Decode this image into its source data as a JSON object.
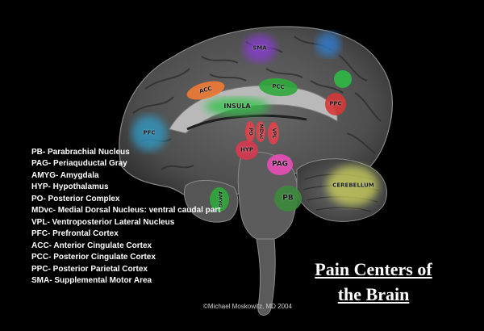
{
  "regions": [
    {
      "id": "sma",
      "label": "SMA",
      "color": "#8a3bd8",
      "shape": "glow"
    },
    {
      "id": "top-right",
      "label": "",
      "color": "#2e7fd6",
      "shape": "glow"
    },
    {
      "id": "acc",
      "label": "ACC",
      "color": "#f07a35",
      "shape": "ellipse"
    },
    {
      "id": "pcc",
      "label": "PCC",
      "color": "#2fa83a",
      "shape": "ellipse"
    },
    {
      "id": "green-small",
      "label": "",
      "color": "#2fb846",
      "shape": "ellipse"
    },
    {
      "id": "ppc",
      "label": "PPC",
      "color": "#d63838",
      "shape": "ellipse"
    },
    {
      "id": "insula",
      "label": "INSULA",
      "color": "#27c43f",
      "shape": "glow"
    },
    {
      "id": "pfc",
      "label": "PFC",
      "color": "#2f9cc9",
      "shape": "glow"
    },
    {
      "id": "hyp",
      "label": "HYP",
      "color": "#d8384f",
      "shape": "ellipse"
    },
    {
      "id": "po",
      "label": "PO",
      "color": "#e0404a",
      "shape": "ellipse"
    },
    {
      "id": "mdvc",
      "label": "MDvc",
      "color": "#e0404a",
      "shape": "ellipse"
    },
    {
      "id": "vpl",
      "label": "VPL",
      "color": "#e0404a",
      "shape": "ellipse"
    },
    {
      "id": "pag",
      "label": "PAG",
      "color": "#e84cb6",
      "shape": "ellipse"
    },
    {
      "id": "amyg",
      "label": "AMYG",
      "color": "#2fa83a",
      "shape": "ellipse"
    },
    {
      "id": "pb",
      "label": "PB",
      "color": "#3c8a3c",
      "shape": "ellipse"
    },
    {
      "id": "cerebellum",
      "label": "CEREBELLUM",
      "color": "#ccd35a",
      "shape": "glow"
    }
  ],
  "legend": [
    "PB- Parabrachial Nucleus",
    "PAG- Periaquductal Gray",
    "AMYG- Amygdala",
    "HYP- Hypothalamus",
    "PO- Posterior Complex",
    "MDvc- Medial Dorsal Nucleus: ventral caudal part",
    "VPL- Ventroposterior Lateral Nucleus",
    "PFC- Prefrontal Cortex",
    "ACC- Anterior Cingulate Cortex",
    "PCC- Posterior Cingulate Cortex",
    "PPC- Posterior Parietal Cortex",
    "SMA- Supplemental Motor Area"
  ],
  "title_line1": "Pain Centers of",
  "title_line2": "the Brain",
  "copyright": "©Michael Moskowitz, MD 2004",
  "colors": {
    "background": "#000000",
    "cortex": "#5a5a5a",
    "text": "#ffffff"
  }
}
